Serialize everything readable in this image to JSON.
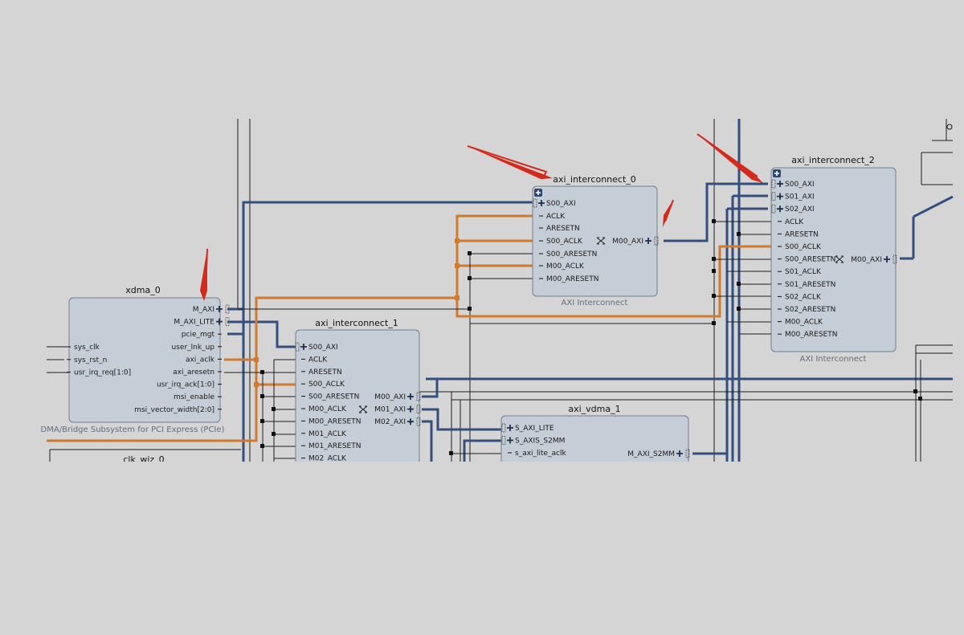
{
  "blocks": {
    "xdma_0": {
      "title": "xdma_0",
      "subtitle": "DMA/Bridge Subsystem for PCI Express (PCIe)",
      "left_ports": [
        "sys_clk",
        "sys_rst_n",
        "usr_irq_req[1:0]"
      ],
      "right_ports": [
        "M_AXI",
        "M_AXI_LITE",
        "pcie_mgt",
        "user_lnk_up",
        "axi_aclk",
        "axi_aresetn",
        "usr_irq_ack[1:0]",
        "msi_enable",
        "msi_vector_width[2:0]"
      ]
    },
    "axi_interconnect_0": {
      "title": "axi_interconnect_0",
      "subtitle": "AXI Interconnect",
      "left_ports": [
        "S00_AXI",
        "ACLK",
        "ARESETN",
        "S00_ACLK",
        "S00_ARESETN",
        "M00_ACLK",
        "M00_ARESETN"
      ],
      "right_ports": [
        "M00_AXI"
      ]
    },
    "axi_interconnect_1": {
      "title": "axi_interconnect_1",
      "left_ports": [
        "S00_AXI",
        "ACLK",
        "ARESETN",
        "S00_ACLK",
        "S00_ARESETN",
        "M00_ACLK",
        "M00_ARESETN",
        "M01_ACLK",
        "M01_ARESETN",
        "M02_ACLK"
      ],
      "right_ports": [
        "M00_AXI",
        "M01_AXI",
        "M02_AXI"
      ]
    },
    "axi_interconnect_2": {
      "title": "axi_interconnect_2",
      "subtitle": "AXI Interconnect",
      "left_ports": [
        "S00_AXI",
        "S01_AXI",
        "S02_AXI",
        "ACLK",
        "ARESETN",
        "S00_ACLK",
        "S00_ARESETN",
        "S01_ACLK",
        "S01_ARESETN",
        "S02_ACLK",
        "S02_ARESETN",
        "M00_ACLK",
        "M00_ARESETN"
      ],
      "right_ports": [
        "M00_AXI"
      ]
    },
    "axi_vdma_1": {
      "title": "axi_vdma_1",
      "left_ports": [
        "S_AXI_LITE",
        "S_AXIS_S2MM",
        "s_axi_lite_aclk"
      ],
      "right_ports": [
        "M_AXI_S2MM"
      ]
    },
    "clk_wiz_0": {
      "title": "clk_wiz_0"
    }
  },
  "colors": {
    "background": "#d5d5d5",
    "block_fill": "#c5cdd6",
    "bus": "#344e7d",
    "clock_net": "#cf7a2e",
    "annotation_arrow": "#d42a1e"
  },
  "icons": [
    "expand-plus-icon",
    "bus-connector-icon",
    "crossbar-icon",
    "red-arrow-icon"
  ]
}
